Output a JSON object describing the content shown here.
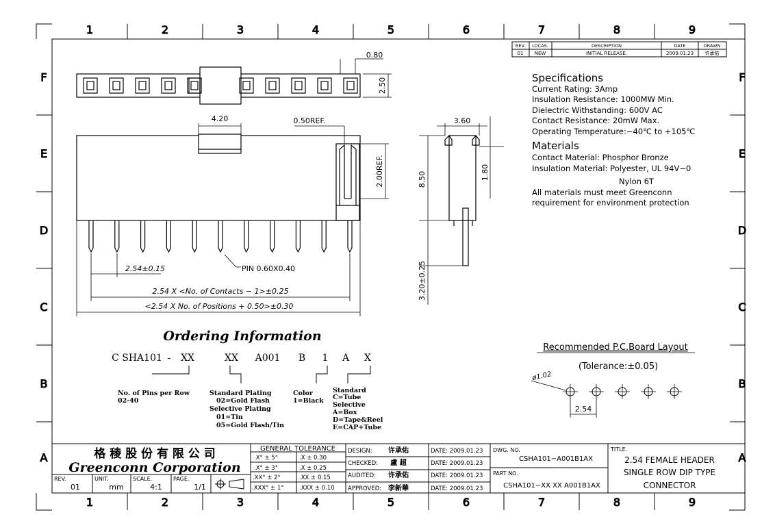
{
  "grid": {
    "cols": [
      "1",
      "2",
      "3",
      "4",
      "5",
      "6",
      "7",
      "8",
      "9"
    ],
    "rows": [
      "F",
      "E",
      "D",
      "C",
      "B",
      "A"
    ]
  },
  "revision_table": {
    "headers": [
      "REV.",
      "LOCAS.",
      "DESCRIPTION",
      "DATE",
      "DRAWN"
    ],
    "row": [
      "01",
      "NEW",
      "INITIAL RELEASE.",
      "2009.01.23",
      "许承佑"
    ]
  },
  "dimensions": {
    "pin_width": "0.80",
    "height_top": "2.50",
    "latch_width": "4.20",
    "ref_050": "0.50REF.",
    "ref_200": "2.00REF.",
    "side_width": "3.60",
    "side_height": "8.50",
    "side_180": "1.80",
    "tail_len": "3.20±0.25",
    "pitch": "2.54±0.15",
    "pin_size": "PIN 0.60X0.40",
    "contacts_formula": "2.54 X <No. of Contacts − 1>±0.25",
    "positions_formula": "<2.54 X No. of Positions + 0.50>±0.30"
  },
  "specifications": {
    "heading": "Specifications",
    "lines": [
      "Current Rating:  3Amp",
      "Insulation Resistance: 1000MW Min.",
      "Dielectric Withstanding:  600V AC",
      "Contact Resistance:  20mW Max.",
      "Operating Temperature:−40℃ to +105℃"
    ],
    "materials_heading": "Materials",
    "materials": [
      "Contact Material: Phosphor Bronze",
      "Insulation Material: Polyester, UL 94V−0",
      "Nylon 6T",
      "All materials must meet Greenconn",
      "requirement for environment protection"
    ]
  },
  "ordering": {
    "title": "Ordering Information",
    "parts": [
      "C SHA101",
      "-",
      "XX",
      "XX",
      "A001",
      "B",
      "1",
      "A",
      "X"
    ],
    "notes": [
      {
        "lines": [
          "No. of Pins per Row",
          "02-40"
        ]
      },
      {
        "lines": [
          "Standard Plating",
          "02=Gold Flash",
          "Selective Plating",
          "01=Tin",
          "05=Gold Flash/Tin"
        ]
      },
      {
        "lines": [
          "Color",
          "1=Black"
        ]
      },
      {
        "lines": [
          "Standard",
          "C=Tube",
          "Selective",
          "A=Box",
          "D=Tape&Reel",
          "E=CAP+Tube"
        ]
      }
    ]
  },
  "pcb_layout": {
    "title": "Recommended P.C.Board Layout",
    "tolerance": "(Tolerance:±0.05)",
    "hole": "ø1.02",
    "pitch": "2.54"
  },
  "title_block": {
    "company_cn": "格 稜 股 份 有 限 公 司",
    "company_en": "Greenconn Corporation",
    "rev_label": "REV.",
    "rev": "01",
    "unit_label": "UNIT.",
    "unit": "mm",
    "scale_label": "SCALE.",
    "scale": "4:1",
    "page_label": "PAGE.",
    "page": "1/1",
    "tolerance_title": "GENERAL TOLERANCE",
    "tol_angle": [
      ".X° ± 5°",
      ".X° ± 3°",
      ".XX° ± 2°",
      ".XXX° ± 1°"
    ],
    "tol_lin": [
      ".X    ± 0.30",
      ".X    ± 0.25",
      ".XX   ± 0.15",
      ".XXX  ± 0.10"
    ],
    "roles": [
      "DESIGN:",
      "CHECKED:",
      "AUDITED:",
      "APPROVED:"
    ],
    "signers": [
      "许承佑",
      "盧  超",
      "许承佑",
      "李新華"
    ],
    "dates": [
      "DATE: 2009.01.23",
      "DATE: 2009.01.23",
      "DATE: 2009.01.23",
      "DATE: 2009.01.23"
    ],
    "dwg_label": "DWG. NO.",
    "dwg_no": "CSHA101−A001B1AX",
    "part_label": "PART NO.",
    "part_no": "CSHA101−XX XX A001B1AX",
    "title_label": "TITLE.",
    "title_lines": [
      "2.54 FEMALE HEADER",
      "SINGLE ROW DIP TYPE",
      "CONNECTOR"
    ]
  }
}
